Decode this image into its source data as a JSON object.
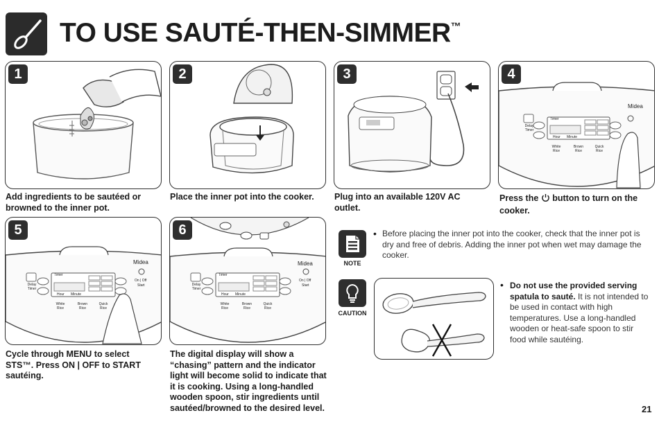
{
  "header": {
    "title": "TO USE SAUTÉ-THEN-SIMMER",
    "trademark": "™",
    "icon": "spoon-icon"
  },
  "steps": [
    {
      "number": "1",
      "caption": "Add ingredients to be sautéed or browned to the inner pot."
    },
    {
      "number": "2",
      "caption": "Place the inner pot into the cooker."
    },
    {
      "number": "3",
      "caption": "Plug into an available 120V AC outlet."
    },
    {
      "number": "4",
      "caption_before": "Press the",
      "caption_after": "button to turn on the cooker.",
      "icon": "power-icon"
    },
    {
      "number": "5",
      "caption": "Cycle through MENU to select STS™. Press ON | OFF to START sautéing."
    },
    {
      "number": "6",
      "caption": "The digital display will show a “chasing” pattern and the indicator light will become solid to indicate that it is cooking. Using a long-handled wooden spoon, stir ingredients until sautéed/browned to the desired level."
    }
  ],
  "panel_text": {
    "brand": "Midea",
    "timer": "Timer",
    "delay_timer": "Delay Timer",
    "hour": "Hour",
    "minute": "Minute",
    "on_off": "On | Off",
    "start": "Start",
    "white_rice": "White Rice",
    "brown_rice": "Brown Rice",
    "quick_rice": "Quick Rice"
  },
  "note": {
    "label": "NOTE",
    "text": "Before placing the inner pot into the cooker, check that the inner pot is dry and free of debris. Adding the inner pot when wet may damage the cooker."
  },
  "caution": {
    "label": "CAUTION",
    "bold_text": "Do not use the provided serving spatula to sauté.",
    "text": "It is not intended to be used in contact with high temperatures. Use a long-handled wooden or heat-safe spoon to stir food while sautéing."
  },
  "page_number": "21",
  "colors": {
    "badge": "#2e2e2e",
    "line": "#2e2e2e",
    "text": "#1a1a1a"
  }
}
